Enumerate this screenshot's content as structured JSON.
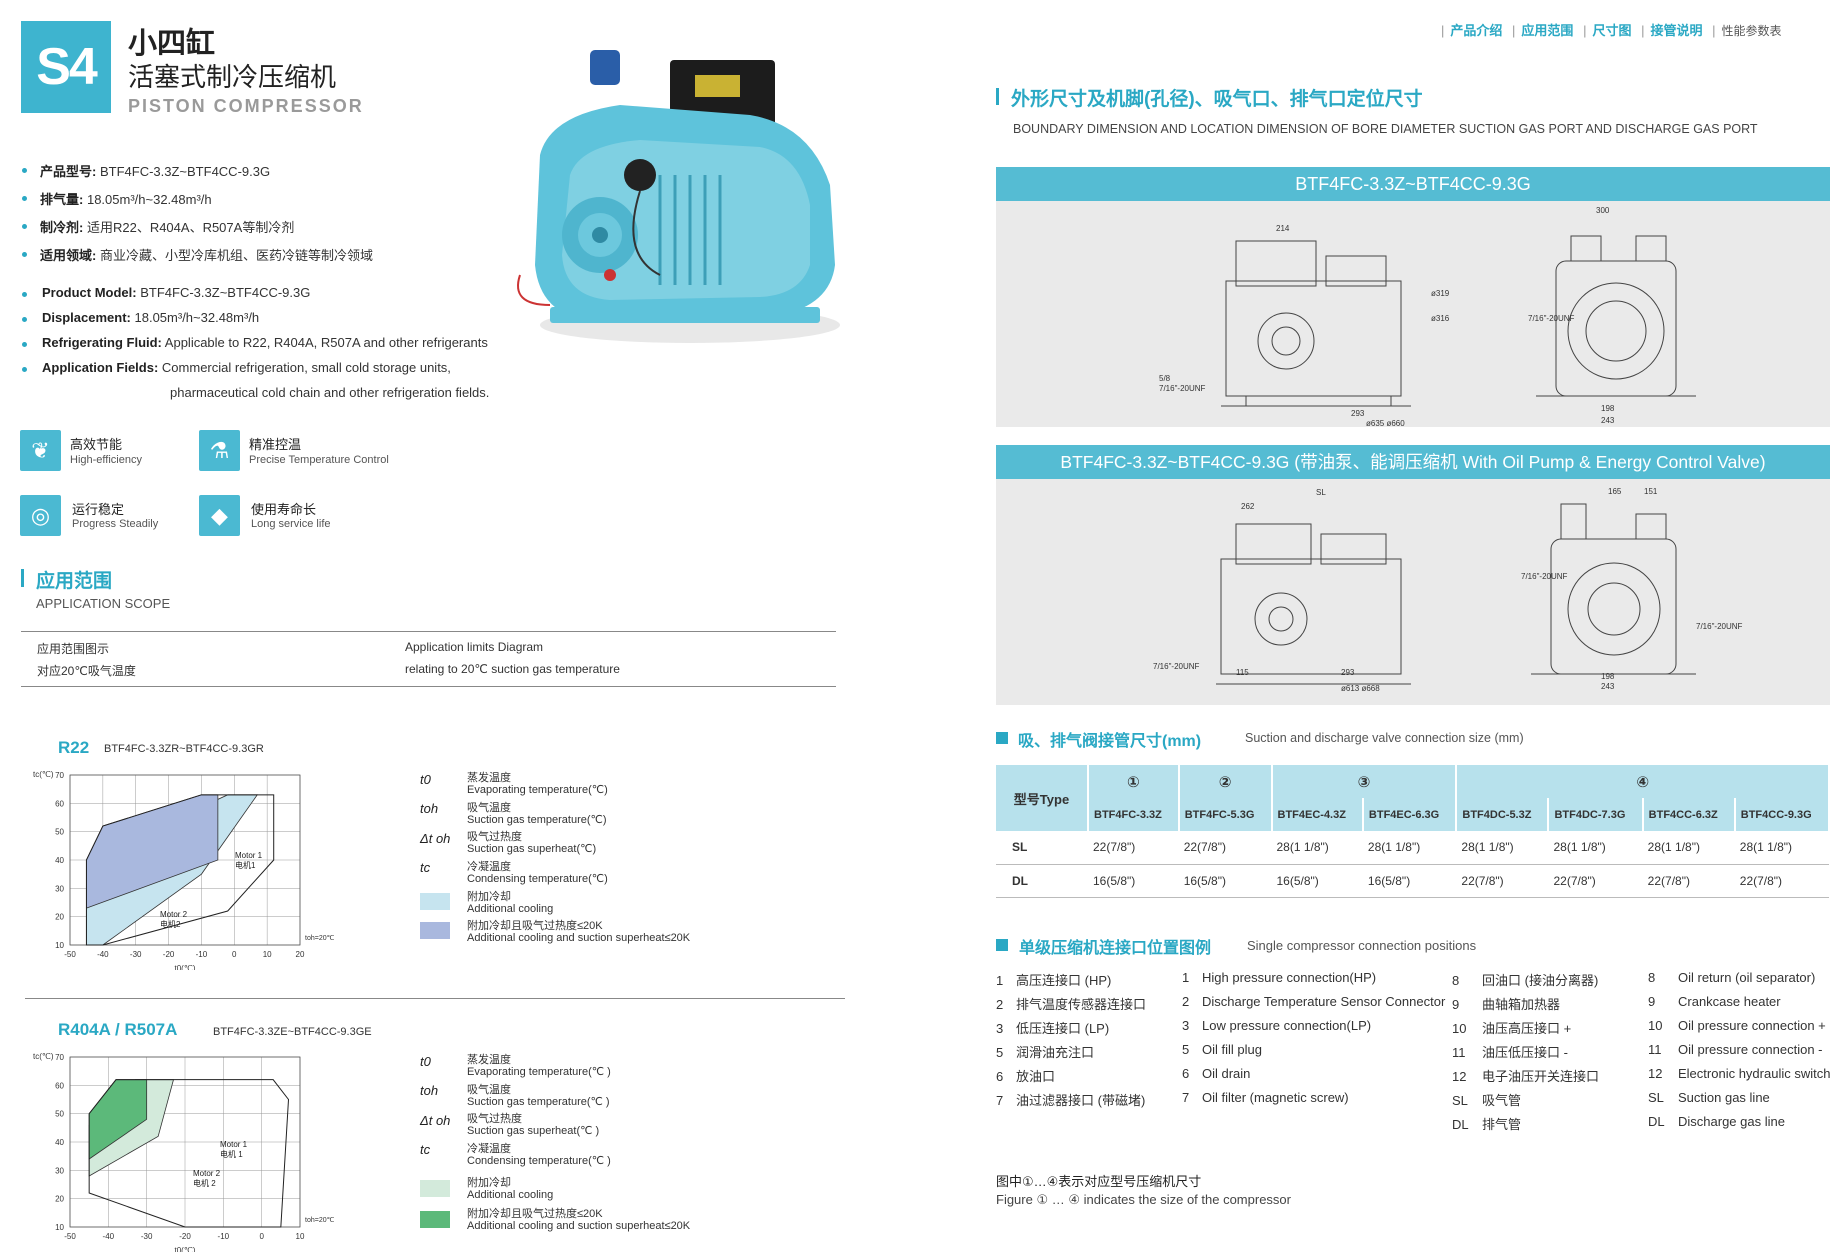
{
  "header": {
    "badge": "S4",
    "title_cn_1": "小四缸",
    "title_cn_2": "活塞式制冷压缩机",
    "title_en": "PISTON COMPRESSOR"
  },
  "specs_cn": [
    {
      "label": "产品型号:",
      "value": "BTF4FC-3.3Z~BTF4CC-9.3G"
    },
    {
      "label": "排气量:",
      "value": "18.05m³/h~32.48m³/h"
    },
    {
      "label": "制冷剂:",
      "value": "适用R22、R404A、R507A等制冷剂"
    },
    {
      "label": "适用领域:",
      "value": "商业冷藏、小型冷库机组、医药冷链等制冷领域"
    }
  ],
  "specs_en": [
    {
      "label": "Product Model:",
      "value": "BTF4FC-3.3Z~BTF4CC-9.3G"
    },
    {
      "label": "Displacement:",
      "value": "18.05m³/h~32.48m³/h"
    },
    {
      "label": "Refrigerating Fluid:",
      "value": "Applicable to R22, R404A, R507A and other refrigerants"
    },
    {
      "label": "Application Fields:",
      "value": "Commercial refrigeration, small cold storage units,"
    }
  ],
  "specs_en_cont": "pharmaceutical cold chain and other refrigeration fields.",
  "features": [
    {
      "cn": "高效节能",
      "en": "High-efficiency",
      "icon": "leaf-icon"
    },
    {
      "cn": "精准控温",
      "en": "Precise Temperature Control",
      "icon": "thermometer-icon"
    },
    {
      "cn": "运行稳定",
      "en": "Progress Steadily",
      "icon": "gauge-icon"
    },
    {
      "cn": "使用寿命长",
      "en": "Long service life",
      "icon": "diamond-icon"
    }
  ],
  "scope": {
    "title_cn": "应用范围",
    "title_en": "APPLICATION SCOPE",
    "diagram_cn": "应用范围图示",
    "diagram_cn2": "对应20℃吸气温度",
    "diagram_en": "Application limits Diagram",
    "diagram_en2": "relating to 20℃ suction gas temperature"
  },
  "chart_r22": {
    "title": "R22",
    "subtitle": "BTF4FC-3.3ZR~BTF4CC-9.3GR",
    "ylabel": "tc(℃)",
    "xlabel": "t0(℃)",
    "toh": "toh=20℃",
    "motor1": "Motor 1",
    "motor1_cn": "电机1",
    "motor2": "Motor 2",
    "motor2_cn": "电机2"
  },
  "chart_r404": {
    "title": "R404A / R507A",
    "subtitle": "BTF4FC-3.3ZE~BTF4CC-9.3GE",
    "ylabel": "tc(℃)",
    "xlabel": "t0(℃)",
    "toh": "toh=20℃",
    "motor1": "Motor 1",
    "motor1_cn": "电机 1",
    "motor2": "Motor 2",
    "motor2_cn": "电机 2"
  },
  "chart_data": [
    {
      "type": "area",
      "title": "R22",
      "subtitle": "BTF4FC-3.3ZR~BTF4CC-9.3GR",
      "xlabel": "t0(℃)",
      "ylabel": "tc(℃)",
      "x_ticks": [
        -50,
        -40,
        -30,
        -20,
        -10,
        0,
        10,
        20
      ],
      "y_ticks": [
        10,
        20,
        30,
        40,
        50,
        60,
        70
      ],
      "xlim": [
        -50,
        20
      ],
      "ylim": [
        10,
        70
      ],
      "regions": [
        {
          "name": "Additional cooling",
          "color": "#c6e4ef",
          "points": [
            [
              -40,
              10
            ],
            [
              -10,
              35
            ],
            [
              7,
              63
            ],
            [
              -2,
              63
            ],
            [
              -45,
              40
            ],
            [
              -45,
              10
            ]
          ]
        },
        {
          "name": "Additional cooling and suction superheat≤20K",
          "color": "#a9b8de",
          "points": [
            [
              -45,
              23
            ],
            [
              -5,
              40
            ],
            [
              -5,
              63
            ],
            [
              -10,
              63
            ],
            [
              -40,
              52
            ],
            [
              -45,
              40
            ]
          ]
        }
      ],
      "envelope": [
        [
          -45,
          10
        ],
        [
          -40,
          10
        ],
        [
          -2,
          22
        ],
        [
          12,
          40
        ],
        [
          12,
          63
        ],
        [
          7,
          63
        ],
        [
          -10,
          63
        ],
        [
          -40,
          52
        ],
        [
          -45,
          40
        ]
      ]
    },
    {
      "type": "area",
      "title": "R404A / R507A",
      "subtitle": "BTF4FC-3.3ZE~BTF4CC-9.3GE",
      "xlabel": "t0(℃)",
      "ylabel": "tc(℃)",
      "x_ticks": [
        -50,
        -40,
        -30,
        -20,
        -10,
        0,
        10
      ],
      "y_ticks": [
        10,
        20,
        30,
        40,
        50,
        60,
        70
      ],
      "xlim": [
        -50,
        10
      ],
      "ylim": [
        10,
        70
      ],
      "regions": [
        {
          "name": "Additional cooling",
          "color": "#d3eadb",
          "points": [
            [
              -45,
              28
            ],
            [
              -27,
              42
            ],
            [
              -23,
              62
            ],
            [
              -33,
              62
            ],
            [
              -45,
              46
            ]
          ]
        },
        {
          "name": "Additional cooling and suction superheat≤20K",
          "color": "#5cb97a",
          "points": [
            [
              -45,
              34
            ],
            [
              -30,
              48
            ],
            [
              -30,
              62
            ],
            [
              -38,
              62
            ],
            [
              -45,
              50
            ]
          ]
        }
      ],
      "envelope": [
        [
          -45,
          22
        ],
        [
          -20,
          10
        ],
        [
          5,
          10
        ],
        [
          7,
          55
        ],
        [
          3,
          62
        ],
        [
          -38,
          62
        ],
        [
          -45,
          50
        ]
      ]
    }
  ],
  "legend": [
    {
      "sym": "t0",
      "cn": "蒸发温度",
      "en": "Evaporating temperature(℃)"
    },
    {
      "sym": "toh",
      "cn": "吸气温度",
      "en": "Suction gas temperature(℃)"
    },
    {
      "sym": "Δt oh",
      "cn": "吸气过热度",
      "en": "Suction gas superheat(℃)"
    },
    {
      "sym": "tc",
      "cn": "冷凝温度",
      "en": "Condensing temperature(℃)"
    }
  ],
  "legend_swatch": [
    {
      "cn": "附加冷却",
      "en": "Additional cooling"
    },
    {
      "cn": "附加冷却且吸气过热度≤20K",
      "en": "Additional cooling and suction superheat≤20K"
    }
  ],
  "legend2": [
    {
      "sym": "t0",
      "cn": "蒸发温度",
      "en": "Evaporating temperature(℃ )"
    },
    {
      "sym": "toh",
      "cn": "吸气温度",
      "en": "Suction gas temperature(℃ )"
    },
    {
      "sym": "Δt oh",
      "cn": "吸气过热度",
      "en": "Suction gas superheat(℃ )"
    },
    {
      "sym": "tc",
      "cn": "冷凝温度",
      "en": "Condensing temperature(℃ )"
    }
  ],
  "nav": [
    "产品介绍",
    "应用范围",
    "尺寸图",
    "接管说明",
    "性能参数表"
  ],
  "dims": {
    "title_cn": "外形尺寸及机脚(孔径)、吸气口、排气口定位尺寸",
    "title_en": "BOUNDARY DIMENSION AND LOCATION DIMENSION OF BORE DIAMETER SUCTION GAS PORT AND DISCHARGE GAS PORT",
    "band1": "BTF4FC-3.3Z~BTF4CC-9.3G",
    "band2": "BTF4FC-3.3Z~BTF4CC-9.3G (带油泵、能调压缩机 With Oil Pump & Energy Control Valve)"
  },
  "valve": {
    "title_cn": "吸、排气阀接管尺寸(mm)",
    "title_en": "Suction and discharge valve connection size (mm)",
    "type_label": "型号Type",
    "groups": [
      "①",
      "②",
      "③",
      "④"
    ],
    "models": [
      "BTF4FC-3.3Z",
      "BTF4FC-5.3G",
      "BTF4EC-4.3Z",
      "BTF4EC-6.3G",
      "BTF4DC-5.3Z",
      "BTF4DC-7.3G",
      "BTF4CC-6.3Z",
      "BTF4CC-9.3G"
    ],
    "rows": [
      {
        "label": "SL",
        "cells": [
          "22(7/8\")",
          "22(7/8\")",
          "28(1  1/8\")",
          "28(1  1/8\")",
          "28(1  1/8\")",
          "28(1  1/8\")",
          "28(1  1/8\")",
          "28(1  1/8\")"
        ]
      },
      {
        "label": "DL",
        "cells": [
          "16(5/8\")",
          "16(5/8\")",
          "16(5/8\")",
          "16(5/8\")",
          "22(7/8\")",
          "22(7/8\")",
          "22(7/8\")",
          "22(7/8\")"
        ]
      }
    ]
  },
  "positions": {
    "title_cn": "单级压缩机连接口位置图例",
    "title_en": "Single compressor connection positions",
    "col1": [
      {
        "n": "1",
        "t": "高压连接口 (HP)"
      },
      {
        "n": "2",
        "t": "排气温度传感器连接口"
      },
      {
        "n": "3",
        "t": "低压连接口 (LP)"
      },
      {
        "n": "5",
        "t": "润滑油充注口"
      },
      {
        "n": "6",
        "t": "放油口"
      },
      {
        "n": "7",
        "t": "油过滤器接口 (带磁堵)"
      }
    ],
    "col2": [
      {
        "n": "1",
        "t": "High pressure connection(HP)"
      },
      {
        "n": "2",
        "t": "Discharge Temperature Sensor Connector"
      },
      {
        "n": "3",
        "t": "Low pressure connection(LP)"
      },
      {
        "n": "5",
        "t": "Oil fill plug"
      },
      {
        "n": "6",
        "t": "Oil drain"
      },
      {
        "n": "7",
        "t": "Oil filter (magnetic screw)"
      }
    ],
    "col3": [
      {
        "n": "8",
        "t": "回油口 (接油分离器)"
      },
      {
        "n": "9",
        "t": "曲轴箱加热器"
      },
      {
        "n": "10",
        "t": "油压高压接口 +"
      },
      {
        "n": "11",
        "t": "油压低压接口 -"
      },
      {
        "n": "12",
        "t": "电子油压开关连接口"
      },
      {
        "n": "SL",
        "t": "吸气管"
      },
      {
        "n": "DL",
        "t": "排气管"
      }
    ],
    "col4": [
      {
        "n": "8",
        "t": "Oil return (oil separator)"
      },
      {
        "n": "9",
        "t": "Crankcase heater"
      },
      {
        "n": "10",
        "t": "Oil pressure connection +"
      },
      {
        "n": "11",
        "t": "Oil pressure connection -"
      },
      {
        "n": "12",
        "t": "Electronic hydraulic switch co"
      },
      {
        "n": "SL",
        "t": "Suction gas line"
      },
      {
        "n": "DL",
        "t": "Discharge gas line"
      }
    ]
  },
  "footnote": {
    "cn": "图中①…④表示对应型号压缩机尺寸",
    "en": "Figure ① … ④ indicates the size of the compressor"
  },
  "colors": {
    "accent": "#2aa8c4",
    "band": "#55bcd3",
    "table_head": "#b7e1ec"
  }
}
